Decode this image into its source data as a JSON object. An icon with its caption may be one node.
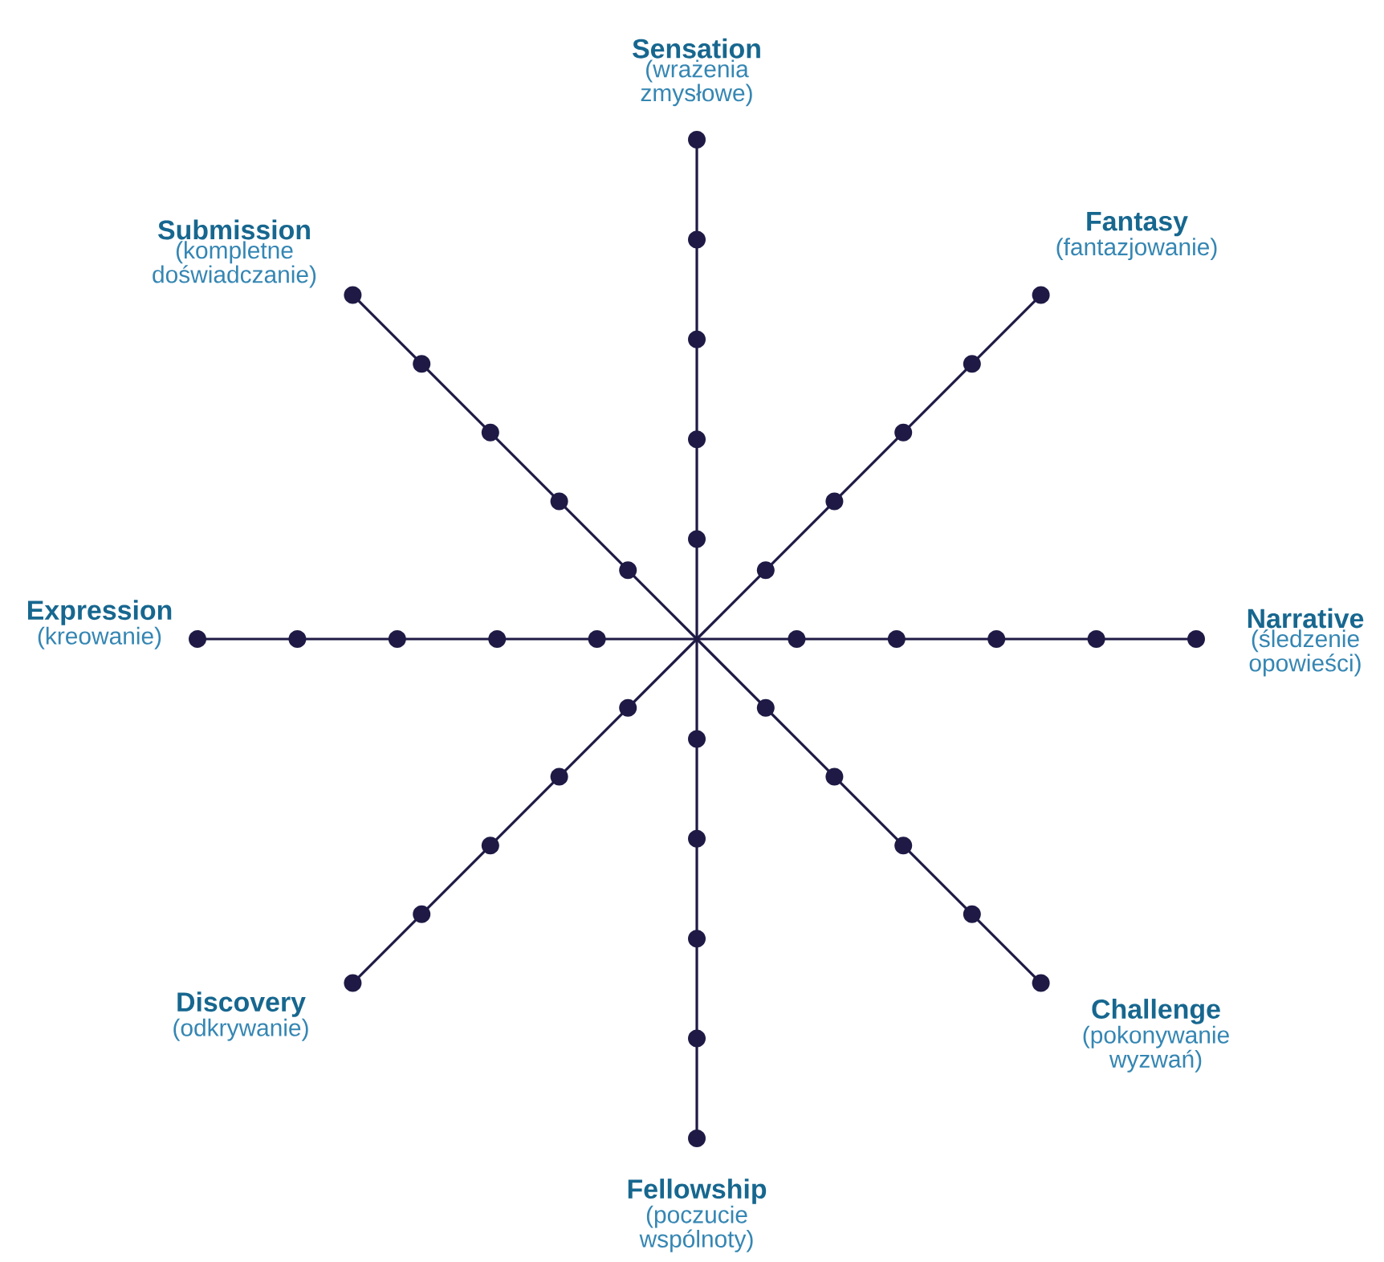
{
  "diagram": {
    "nodes": [
      {
        "text": [
          "Sensation",
          "(wrażenia zmysłowe)"
        ]
      },
      {
        "text": [
          "Submission",
          "(kompletne doświadczanie)"
        ]
      },
      {
        "text": [
          "Fantasy",
          "(fantazjowanie)"
        ]
      },
      {
        "text": [
          "Expression",
          "(kreowanie)"
        ]
      },
      {
        "text": [
          "Narrative",
          "(śledzenie opowieści)"
        ]
      },
      {
        "text": [
          "Discovery",
          "(odkrywanie)"
        ]
      },
      {
        "text": [
          "Challenge",
          "(pokonywanie wyzwań)"
        ]
      },
      {
        "text": [
          "Fellowship",
          "(poczucie wspólnoty)"
        ]
      }
    ]
  }
}
